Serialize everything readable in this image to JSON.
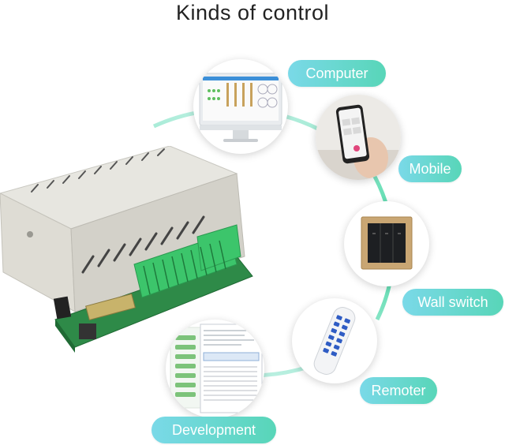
{
  "title": "Kinds of control",
  "labels": {
    "computer": "Computer",
    "mobile": "Mobile",
    "wall_switch": "Wall switch",
    "remoter": "Remoter",
    "development": "Development"
  },
  "colors": {
    "pill_start": "#7ad9e8",
    "pill_end": "#58d6b8",
    "arc": "#3fd6a0",
    "terminal_green": "#3cc56b"
  }
}
